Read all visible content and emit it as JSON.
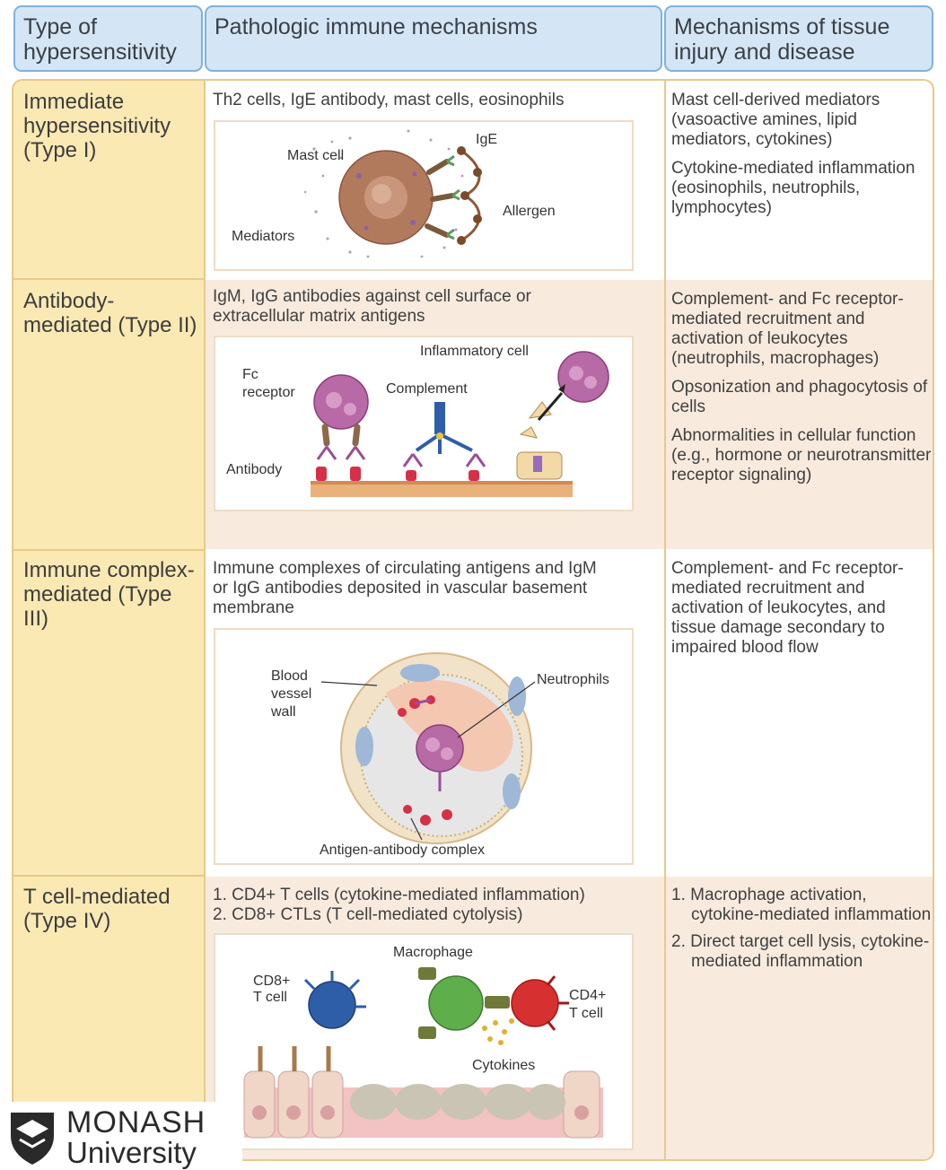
{
  "headers": {
    "type": "Type of hypersensitivity",
    "mechanisms": "Pathologic immune mechanisms",
    "injury": "Mechanisms of tissue injury and disease"
  },
  "rows": [
    {
      "type": "Immediate hypersensitivity (Type I)",
      "mechanism": "Th2 cells, IgE antibody, mast cells, eosinophils",
      "injury": [
        "Mast cell-derived mediators (vasoactive amines, lipid mediators, cytokines)",
        "Cytokine-mediated inflammation (eosinophils, neutrophils, lymphocytes)"
      ],
      "figure_labels": {
        "mast_cell": "Mast cell",
        "ige": "IgE",
        "allergen": "Allergen",
        "mediators": "Mediators"
      }
    },
    {
      "type": "Antibody-mediated (Type II)",
      "mechanism": "IgM, IgG antibodies against cell surface or extracellular matrix antigens",
      "injury": [
        "Complement- and Fc receptor-mediated recruitment and activation of leukocytes (neutrophils, macrophages)",
        "Opsonization and phagocytosis of cells",
        "Abnormalities in cellular function (e.g., hormone or neurotransmitter receptor signaling)"
      ],
      "figure_labels": {
        "fc": "Fc",
        "receptor": "receptor",
        "complement": "Complement",
        "inflammatory_cell": "Inflammatory cell",
        "antibody": "Antibody"
      }
    },
    {
      "type": "Immune complex-mediated (Type III)",
      "mechanism": "Immune complexes of circulating antigens and IgM or IgG antibodies deposited in vascular basement membrane",
      "injury": [
        "Complement- and Fc receptor-mediated recruitment and activation of leukocytes, and tissue damage secondary to impaired blood flow"
      ],
      "figure_labels": {
        "blood": "Blood",
        "vessel": "vessel",
        "wall": "wall",
        "neutrophils": "Neutrophils",
        "complex": "Antigen-antibody complex"
      }
    },
    {
      "type": "T cell-mediated (Type IV)",
      "mechanism_list": [
        "1. CD4+ T cells (cytokine-mediated inflammation)",
        "2. CD8+ CTLs (T cell-mediated cytolysis)"
      ],
      "injury_list": [
        "1. Macrophage activation, cytokine-mediated inflammation",
        "2. Direct target cell lysis, cytokine-mediated inflammation"
      ],
      "figure_labels": {
        "macrophage": "Macrophage",
        "cd8": "CD8+",
        "cd4": "CD4+",
        "tcell": "T cell",
        "cytokines": "Cytokines"
      }
    }
  ],
  "logo": {
    "line1": "MONASH",
    "line2": "University"
  },
  "colors": {
    "header_bg": "#d4e6f5",
    "header_border": "#7fb2dc",
    "type_bg": "#fbe9b4",
    "table_border": "#e8c987",
    "row_tint": "#f8ebde"
  }
}
